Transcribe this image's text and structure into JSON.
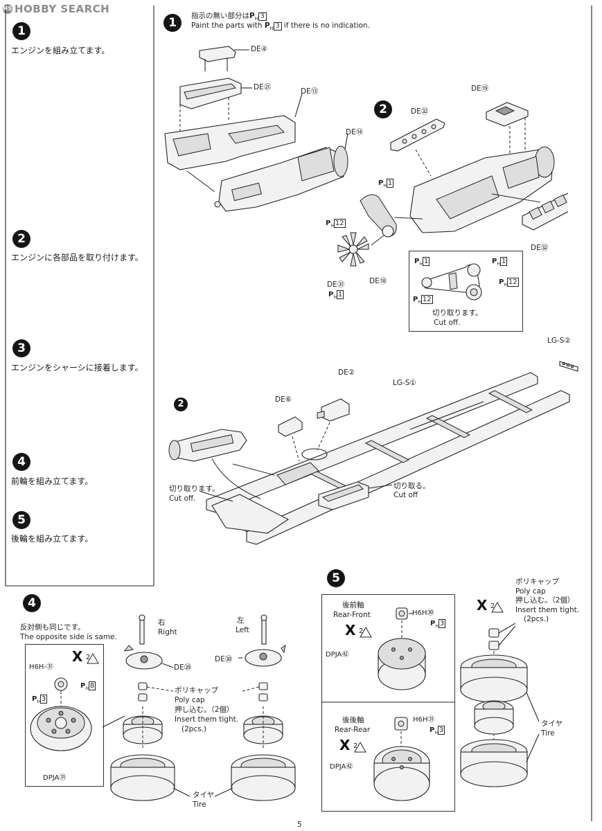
{
  "watermark": "HOBBY SEARCH",
  "sidebar": {
    "steps": [
      {
        "num": "1",
        "text": "エンジンを組み立てます。"
      },
      {
        "num": "2",
        "text": "エンジンに各部品を取り付けます。"
      },
      {
        "num": "3",
        "text": "エンジンをシャーシに接着します。"
      },
      {
        "num": "4",
        "text": "前輪を組み立てます。"
      },
      {
        "num": "5",
        "text": "後輪を組み立てます。"
      }
    ]
  },
  "step1": {
    "num": "1",
    "note_jp": "指示の無い部分は",
    "note_en_a": "Paint the parts with",
    "note_en_b": "if there is no indication.",
    "paint_code": "P",
    "paint_sub": "H",
    "paint_num": "3",
    "parts": [
      "DE④",
      "DE㉑",
      "DE⑬",
      "DE⑭"
    ]
  },
  "step2": {
    "num": "2",
    "parts": [
      "DE㉜",
      "DE⑲",
      "DE㉜",
      "DE㉛",
      "DE⑱"
    ],
    "paints": [
      "1",
      "12",
      "1"
    ],
    "inset": {
      "paints": [
        "1",
        "1",
        "12",
        "12"
      ],
      "cut_jp": "切り取ります。",
      "cut_en": "Cut off."
    }
  },
  "step3": {
    "labels": [
      "LG-S②",
      "DE②",
      "LG-S①",
      "DE⑥"
    ],
    "engine_ref": "2",
    "cut_left_jp": "切り取ります。",
    "cut_left_en": "Cut off.",
    "cut_right_jp": "切り取る。",
    "cut_right_en": "Cut off"
  },
  "step4": {
    "num": "4",
    "opposite_jp": "反対側も同じです。",
    "opposite_en": "The opposite side is same.",
    "badge": "2",
    "h6h": "H6H-㉛",
    "paint_a": "8",
    "paint_b": "3",
    "dpja": "DPJA㉛",
    "right_jp": "右",
    "right_en": "Right",
    "left_jp": "左",
    "left_en": "Left",
    "de29": "DE㉙",
    "de30": "DE㉚",
    "polycap_jp": "ポリキャップ",
    "polycap_en": "Poly cap",
    "insert_jp": "押し込む。（2個）",
    "insert_en": "Insert them tight.",
    "insert_pcs": "(2pcs.)",
    "tire_jp": "タイヤ",
    "tire_en": "Tire"
  },
  "step5": {
    "num": "5",
    "rear_front_jp": "後前軸",
    "rear_front_en": "Rear-Front",
    "rear_rear_jp": "後後軸",
    "rear_rear_en": "Rear-Rear",
    "badge": "2",
    "h6h_a": "H6H㉚",
    "h6h_b": "H6H㉛",
    "paint": "3",
    "dpja_a": "DPJA㊷",
    "dpja_b": "DPJA㊷",
    "polycap_jp": "ポリキャップ",
    "polycap_en": "Poly cap",
    "insert_jp": "押し込む。（2個）",
    "insert_en": "Insert them tight.",
    "insert_pcs": "(2pcs.)",
    "tire_jp": "タイヤ",
    "tire_en": "Tire"
  },
  "page_number": "5"
}
